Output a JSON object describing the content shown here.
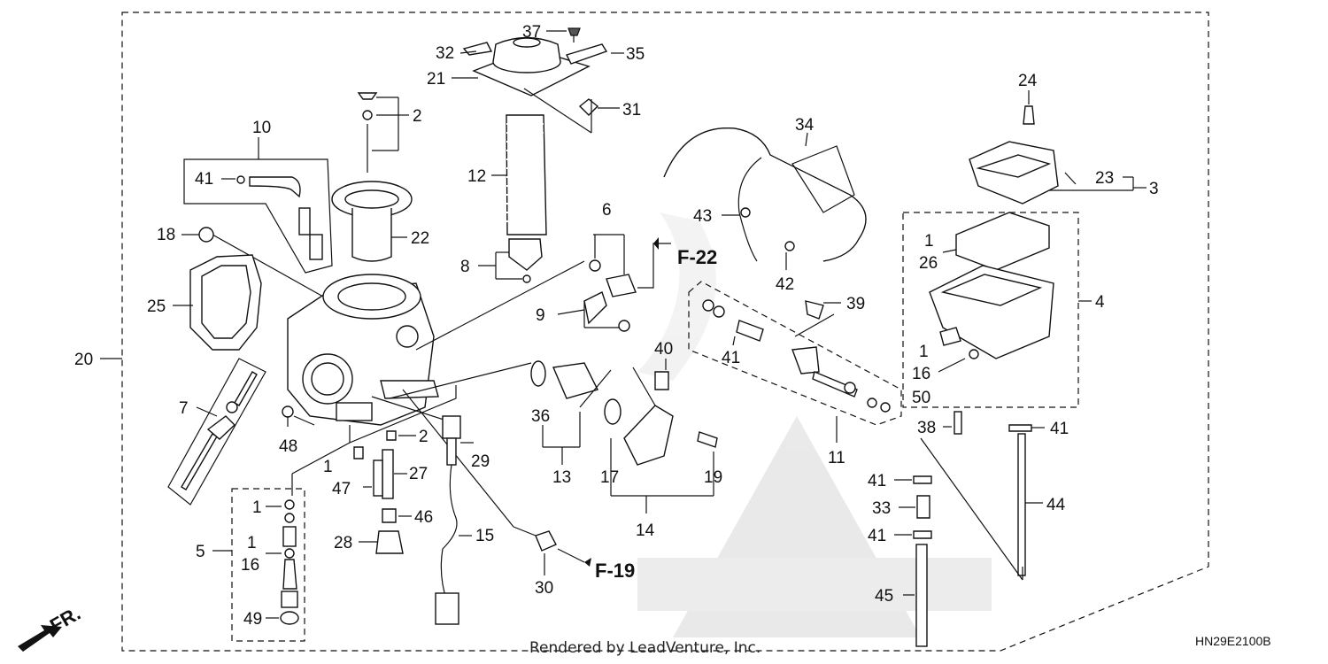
{
  "diagram": {
    "callouts": {
      "c37": "37",
      "c32": "32",
      "c35": "35",
      "c21": "21",
      "c31": "31",
      "c12": "12",
      "c8": "8",
      "c6": "6",
      "c9": "9",
      "c10": "10",
      "c41a": "41",
      "c2a": "2",
      "c22": "22",
      "c18": "18",
      "c25": "25",
      "c20": "20",
      "c7": "7",
      "c48": "48",
      "c34": "34",
      "c43": "43",
      "c42": "42",
      "c39": "39",
      "c41b": "41",
      "c40": "40",
      "c24": "24",
      "c23": "23",
      "c3": "3",
      "c1a": "1",
      "c26": "26",
      "c4": "4",
      "c1b": "1",
      "c16a": "16",
      "c50": "50",
      "c38": "38",
      "c41c": "41",
      "c11": "11",
      "c36": "36",
      "c13": "13",
      "c17": "17",
      "c19": "19",
      "c14": "14",
      "c2b": "2",
      "c29": "29",
      "c1c": "1",
      "c27": "27",
      "c47": "47",
      "c46": "46",
      "c28": "28",
      "c15": "15",
      "c30": "30",
      "c5": "5",
      "c1d": "1",
      "c1e": "1",
      "c16b": "16",
      "c49": "49",
      "c41d": "41",
      "c33": "33",
      "c41e": "41",
      "c44": "44",
      "c45": "45"
    },
    "refs": {
      "f22": "F-22",
      "f19": "F-19"
    },
    "direction_label": "FR.",
    "footer": "Rendered by LeadVenture, Inc.",
    "diagram_code": "HN29E2100B"
  }
}
